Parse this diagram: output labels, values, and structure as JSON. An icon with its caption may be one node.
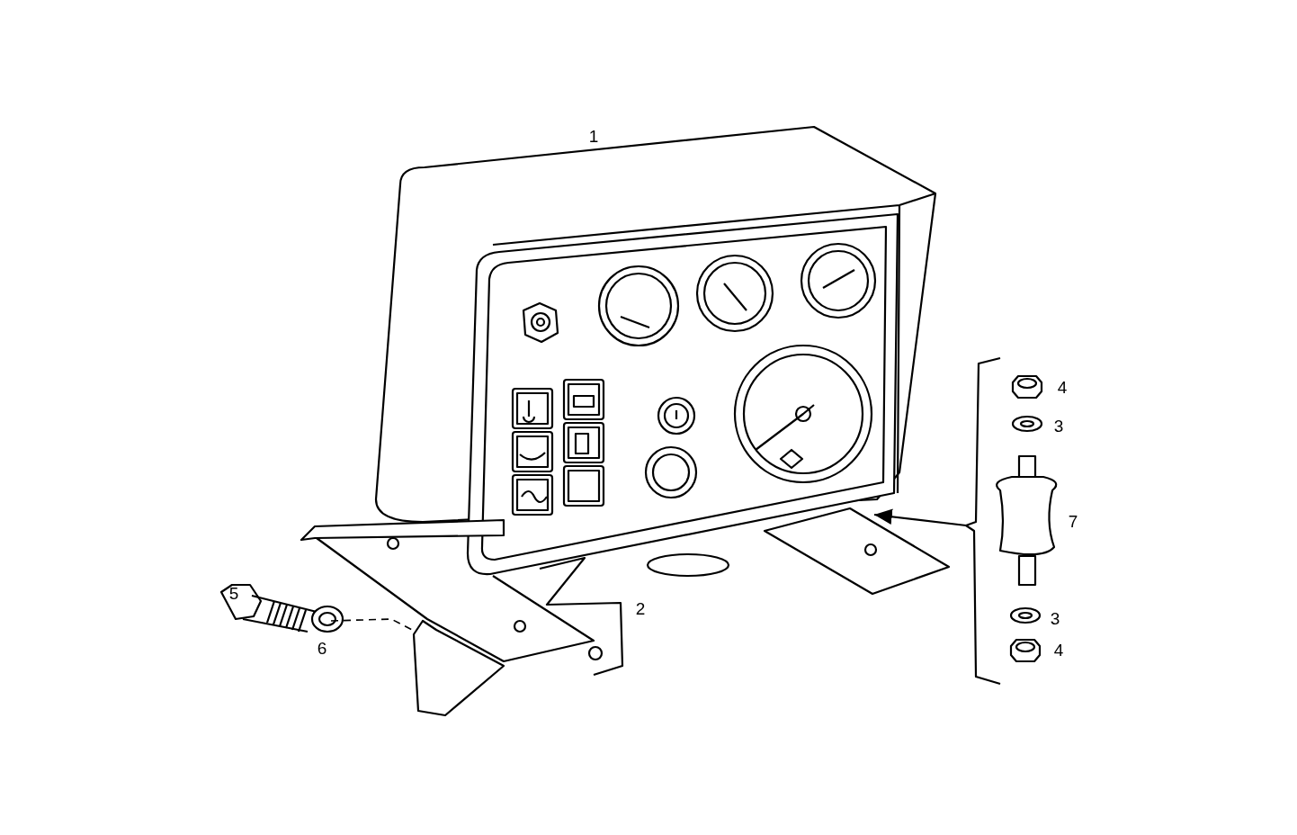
{
  "diagram": {
    "labels": [
      "1",
      "4",
      "3",
      "7",
      "5",
      "2",
      "6",
      "3",
      "4"
    ]
  }
}
